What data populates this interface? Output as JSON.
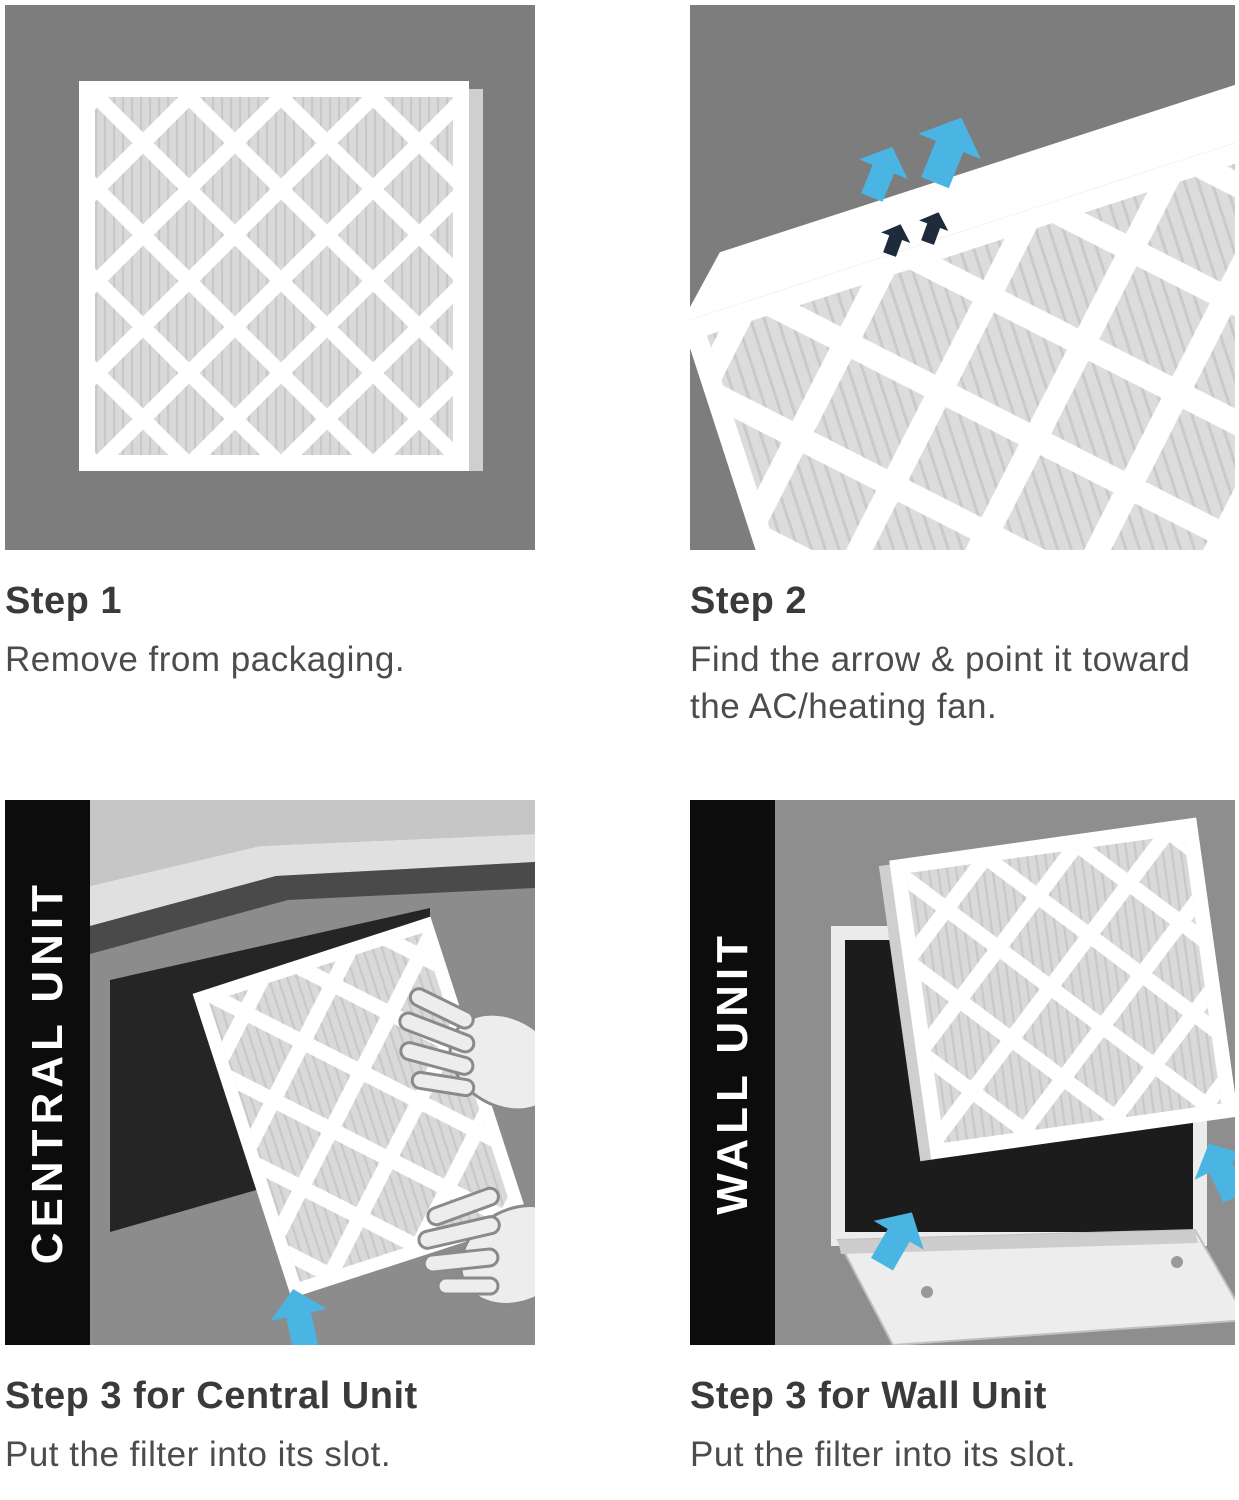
{
  "colors": {
    "panel_background": "#7d7d7d",
    "scene_background": "#8c8c8c",
    "blue_arrow": "#4ab5e3",
    "printed_arrow": "#1d2b3a",
    "band_background": "#0c0c0c",
    "band_text": "#ffffff",
    "heading_text": "#3a3a3a",
    "caption_text": "#4c4c4c",
    "filter_frame": "#ffffff",
    "filter_media": "#d9d9d9"
  },
  "icons": {
    "airflow_arrow_blue": "block-up-arrow",
    "airflow_arrow_printed": "block-up-arrow"
  },
  "steps": [
    {
      "title": "Step 1",
      "caption": "Remove from packaging.",
      "illustration": "air filter removed from packaging on gray background"
    },
    {
      "title": "Step 2",
      "caption": "Find the arrow & point it toward the AC/heating fan.",
      "illustration": "tilted air filter with printed airflow arrows and blue airflow arrows"
    },
    {
      "title": "Step 3 for Central Unit",
      "caption": "Put the filter into its slot.",
      "band_label": "CENTRAL UNIT",
      "illustration": "hands sliding filter into central unit slot with blue arrow"
    },
    {
      "title": "Step 3 for Wall Unit",
      "caption": "Put the filter into its slot.",
      "band_label": "WALL UNIT",
      "illustration": "filter entering wall vent opening with open door and blue arrows"
    }
  ]
}
